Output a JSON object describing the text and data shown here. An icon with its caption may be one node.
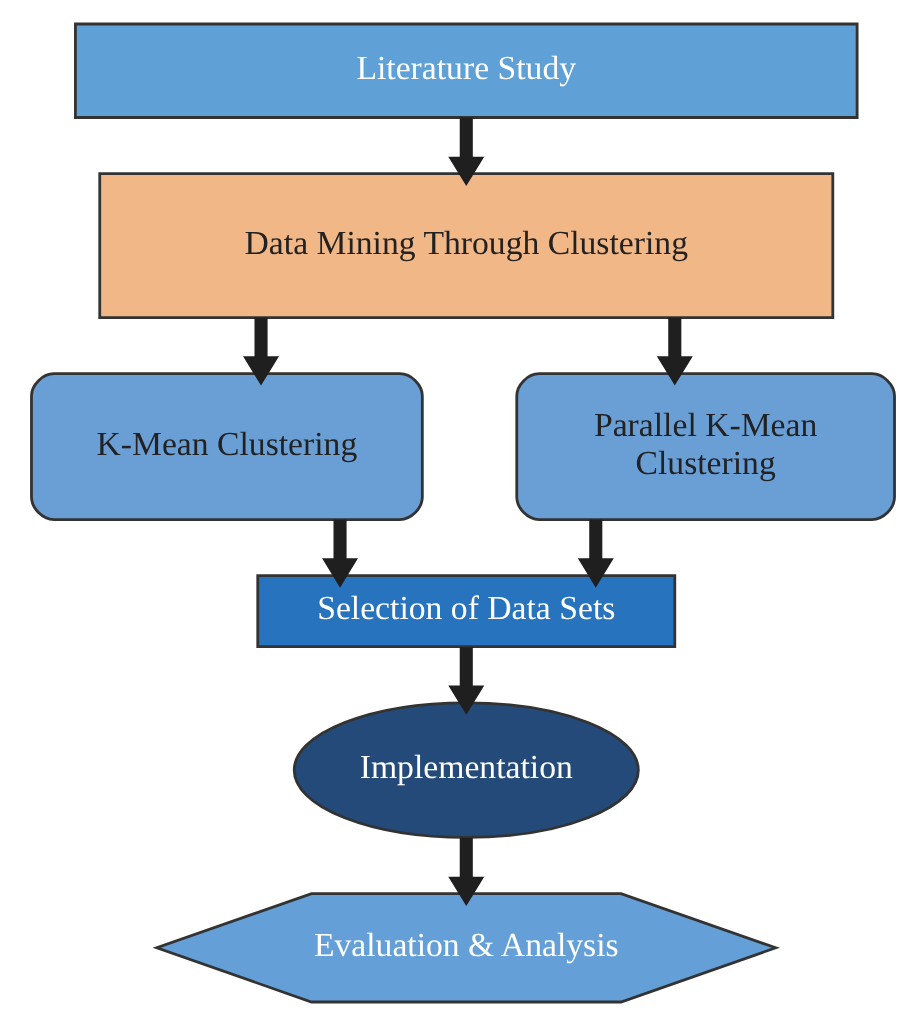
{
  "diagram": {
    "nodes": [
      {
        "text": [
          "Literature Study"
        ]
      },
      {
        "text": [
          "Data Mining Through Clustering"
        ]
      },
      {
        "text": [
          "K-Mean Clustering"
        ]
      },
      {
        "text": [
          "Parallel K-Mean Clustering"
        ]
      },
      {
        "text": [
          "Selection of Data Sets"
        ]
      },
      {
        "text": [
          "Implementation"
        ]
      },
      {
        "text": [
          "Evaluation & Analysis"
        ]
      }
    ],
    "edges": [
      {
        "from": 0,
        "to": 1,
        "arrow": "to"
      },
      {
        "from": 1,
        "to": 2,
        "arrow": "to"
      },
      {
        "from": 1,
        "to": 3,
        "arrow": "to"
      },
      {
        "from": 2,
        "to": 4,
        "arrow": "to"
      },
      {
        "from": 3,
        "to": 4,
        "arrow": "to"
      },
      {
        "from": 4,
        "to": 5,
        "arrow": "to"
      },
      {
        "from": 5,
        "to": 6,
        "arrow": "to"
      }
    ]
  }
}
